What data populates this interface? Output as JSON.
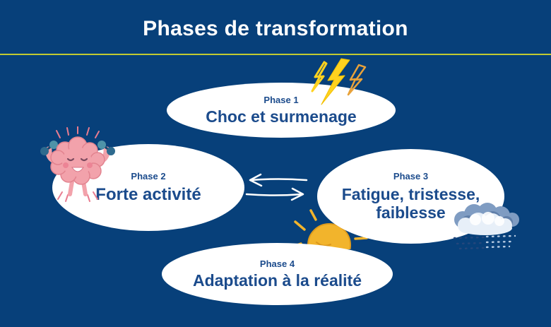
{
  "header": {
    "title": "Phases de transformation"
  },
  "phases": [
    {
      "label": "Phase 1",
      "title": "Choc et surmenage",
      "icon": "lightning-bolts-icon"
    },
    {
      "label": "Phase 2",
      "title": "Forte activité",
      "icon": "brain-exercise-icon"
    },
    {
      "label": "Phase 3",
      "title": "Fatigue, tristesse, faiblesse",
      "icon": "rain-cloud-icon"
    },
    {
      "label": "Phase 4",
      "title": "Adaptation à la réalité",
      "icon": "sun-icon"
    }
  ],
  "connections": [
    {
      "from": "Phase 2",
      "to": "Phase 3",
      "style": "bidirectional-arrows"
    }
  ],
  "colors": {
    "background": "#07407a",
    "bubble": "#ffffff",
    "phase_text": "#1b4b8c",
    "title_text": "#ffffff",
    "divider": "#c2ca31",
    "lightning": "#ffd21f",
    "lightning_outline": "#e8a23a",
    "sun": "#f2b42c",
    "brain": "#f2a2ab",
    "dumbbell": "#35718f",
    "cloud_shadow": "#7f9cc2",
    "rain_dark": "#24477c",
    "rain_light": "#b9cde4",
    "arrows": "#ffffff"
  }
}
